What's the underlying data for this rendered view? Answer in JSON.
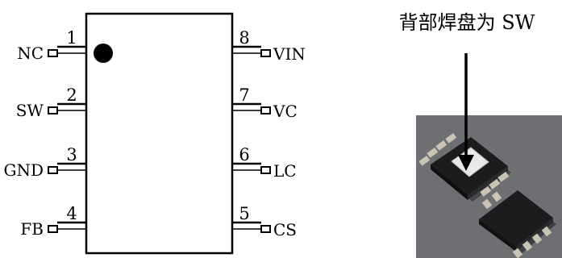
{
  "pinout": {
    "left_pins": [
      {
        "number": "1",
        "name": "NC"
      },
      {
        "number": "2",
        "name": "SW"
      },
      {
        "number": "3",
        "name": "GND"
      },
      {
        "number": "4",
        "name": "FB"
      }
    ],
    "right_pins": [
      {
        "number": "8",
        "name": "VIN"
      },
      {
        "number": "7",
        "name": "VC"
      },
      {
        "number": "6",
        "name": "LC"
      },
      {
        "number": "5",
        "name": "CS"
      }
    ]
  },
  "annotation": {
    "text": "背部焊盘为 SW"
  },
  "colors": {
    "line": "#000000",
    "photo_bg": "#6e6f73",
    "chip_body": "#1c1c1e",
    "chip_pad": "#e8e8e8",
    "chip_lead": "#c9c4b4"
  }
}
